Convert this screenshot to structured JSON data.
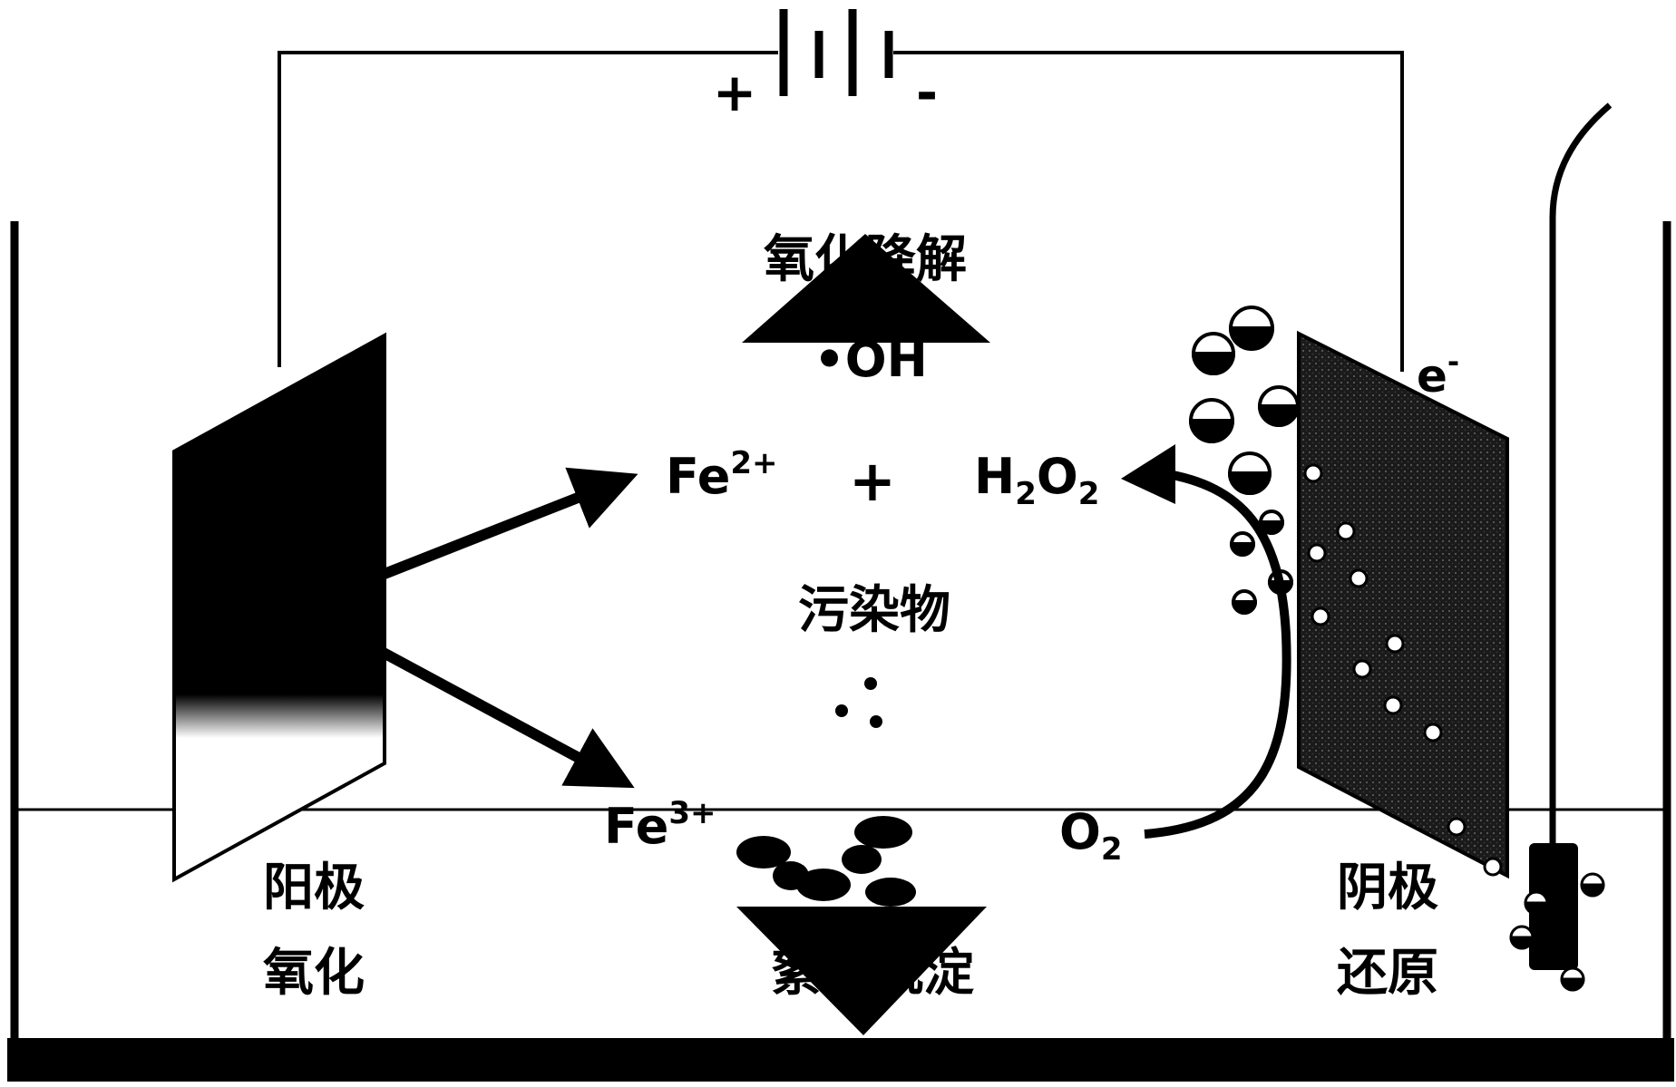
{
  "battery": {
    "plus": "+",
    "minus": "-"
  },
  "labels": {
    "oxidative_degradation": "氧化降解",
    "hydroxyl_radical": "•OH",
    "fe2": {
      "base": "Fe",
      "sup": "2+"
    },
    "plus_sign": "+",
    "h2o2": {
      "h": "H",
      "h_sub": "2",
      "o": "O",
      "o_sub": "2"
    },
    "pollutant": "污染物",
    "fe3": {
      "base": "Fe",
      "sup": "3+"
    },
    "o2": {
      "o": "O",
      "o_sub": "2"
    },
    "electron": {
      "base": "e",
      "sup": "-"
    },
    "anode_line1": "阳极",
    "anode_line2": "氧化",
    "coagulation": "絮凝沉淀",
    "cathode_line1": "阴极",
    "cathode_line2": "还原"
  }
}
